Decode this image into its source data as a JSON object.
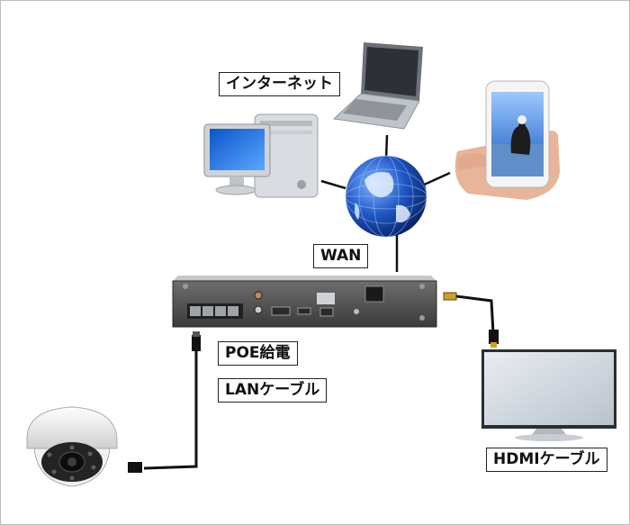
{
  "labels": {
    "internet": "インターネット",
    "wan": "WAN",
    "poe": "POE給電",
    "lan": "LANケーブル",
    "hdmi": "HDMIケーブル"
  },
  "devices": {
    "desktop": "desktop-computer-icon",
    "laptop": "laptop-icon",
    "smartphone": "smartphone-icon",
    "globe": "globe-icon",
    "nvr": "nvr-recorder-icon",
    "camera": "dome-camera-icon",
    "monitor": "monitor-icon"
  },
  "colors": {
    "globe_blue": "#1c4fb8",
    "line": "#111111",
    "hdmi_gold": "#c9a227"
  }
}
